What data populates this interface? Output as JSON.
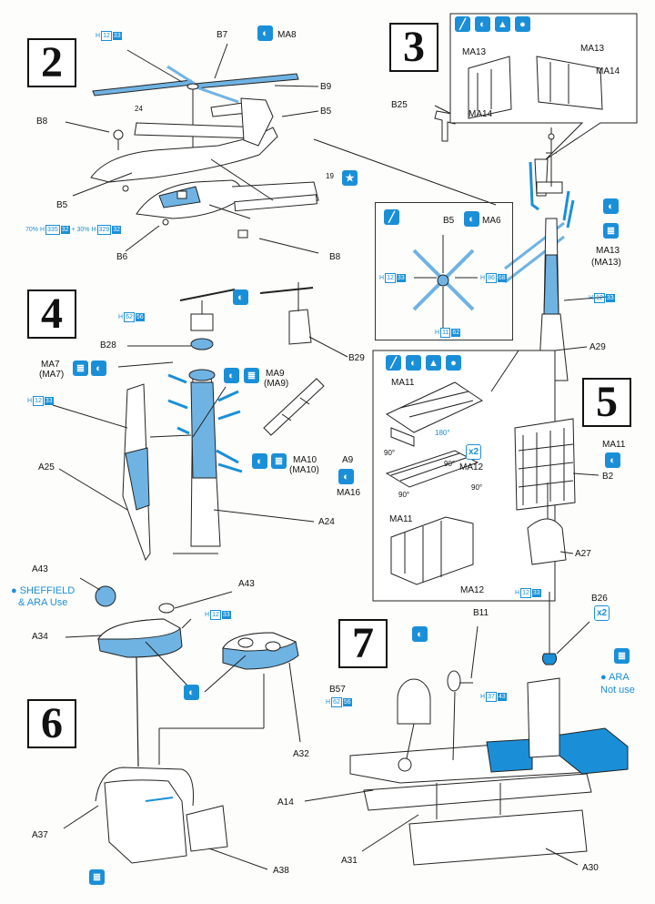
{
  "steps": {
    "s2": "2",
    "s3": "3",
    "s4": "4",
    "s5": "5",
    "s6": "6",
    "s7": "7"
  },
  "step2": {
    "parts": {
      "b7": "B7",
      "ma8": "MA8",
      "b9": "B9",
      "b5a": "B5",
      "b8a": "B8",
      "b5b": "B5",
      "b6": "B6",
      "b8b": "B8",
      "n24": "24",
      "n19": "19"
    },
    "mix": {
      "pct70": "70%",
      "plus": "+",
      "pct30": "30%"
    },
    "codes": {
      "h12": "H",
      "n12": "12",
      "n33": "33",
      "h335": "H",
      "n335": "335",
      "n32a": "32",
      "h329": "H",
      "n329": "329",
      "n32b": "32"
    }
  },
  "step3": {
    "parts": {
      "ma13a": "MA13",
      "ma13b": "MA13",
      "ma14a": "MA14",
      "ma14b": "MA14",
      "b25": "B25",
      "ma13c": "MA13",
      "ma13d": "(MA13)",
      "a29": "A29"
    },
    "codes": {
      "h": "H",
      "n12": "12",
      "n33": "33"
    }
  },
  "detail_b5": {
    "parts": {
      "b5": "B5",
      "ma6": "MA6"
    },
    "codes": {
      "h1": "H",
      "n12": "12",
      "n33": "33",
      "h2": "H",
      "n86": "86",
      "n68": "68",
      "h3": "H",
      "n11": "11",
      "n62": "62"
    }
  },
  "step4": {
    "parts": {
      "b28": "B28",
      "ma7": "MA7",
      "ma7p": "(MA7)",
      "ma9": "MA9",
      "ma9p": "(MA9)",
      "b29": "B29",
      "a9": "A9",
      "ma10": "MA10",
      "ma10p": "(MA10)",
      "ma16": "MA16",
      "a25": "A25",
      "a24": "A24"
    },
    "codes": {
      "h1": "H",
      "n62": "62",
      "n56": "56",
      "h2": "H",
      "n12": "12",
      "n33": "33"
    }
  },
  "step5": {
    "parts": {
      "ma11a": "MA11",
      "ma12a": "MA12",
      "ma11b": "MA11",
      "ma12b": "MA12",
      "ma11c": "MA11",
      "b2": "B2",
      "a27": "A27"
    },
    "angles": {
      "a180": "180°",
      "a90a": "90°",
      "a90b": "90°",
      "a90c": "90°",
      "a90d": "90°"
    },
    "x2": "x2"
  },
  "step6": {
    "parts": {
      "a43a": "A43",
      "a43b": "A43",
      "a34": "A34",
      "a32": "A32",
      "a37": "A37",
      "a38": "A38"
    },
    "note": {
      "line1": "● SHEFFIELD",
      "line2": "& ARA Use"
    },
    "codes": {
      "h": "H",
      "n12": "12",
      "n33": "33"
    }
  },
  "step7": {
    "parts": {
      "b11": "B11",
      "b26": "B26",
      "b57": "B57",
      "a14": "A14",
      "a31": "A31",
      "a30": "A30"
    },
    "x2": "x2",
    "note": {
      "line1": "● ARA",
      "line2": "Not use"
    },
    "codes": {
      "h1": "H",
      "n12": "12",
      "n33": "33",
      "h2": "H",
      "n62": "62",
      "n56": "56",
      "h3": "H",
      "n37": "37",
      "n43": "43"
    }
  },
  "colors": {
    "accent": "#1a8fd8",
    "ink": "#111111",
    "paper": "#fdfdfb"
  },
  "icons": [
    "cement-icon",
    "paint-icon",
    "decal-icon",
    "star-icon",
    "brush-icon",
    "bend-icon",
    "drop-icon"
  ]
}
